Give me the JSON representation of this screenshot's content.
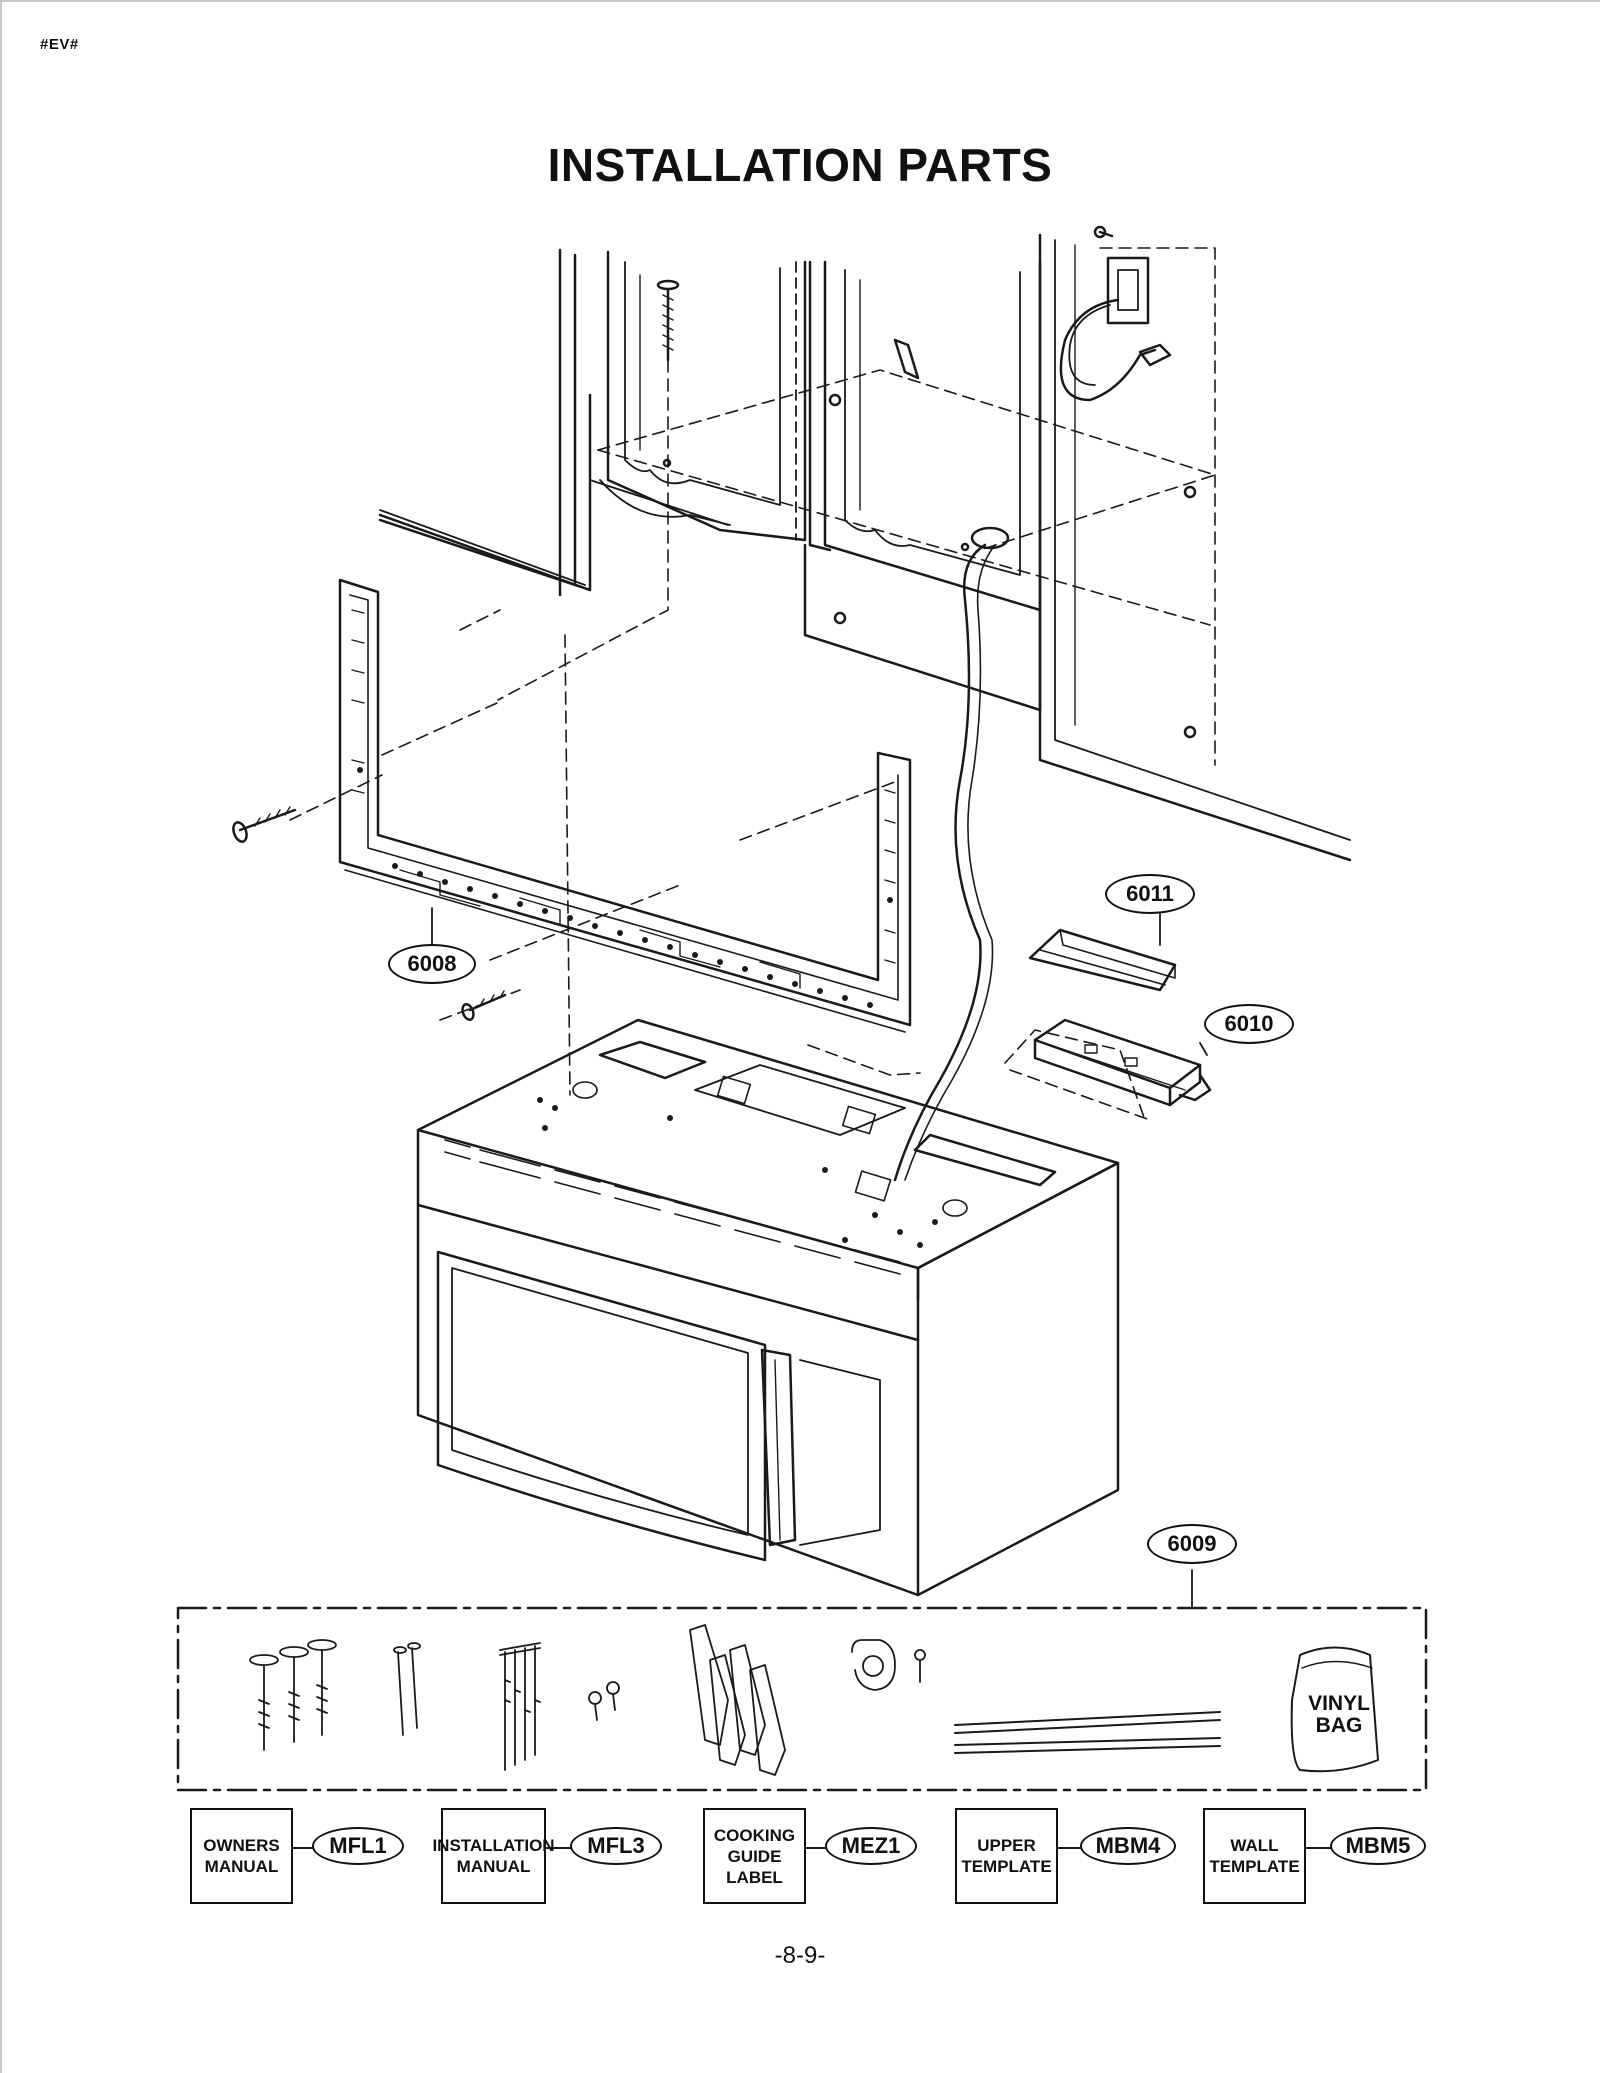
{
  "header": {
    "code": "#EV#",
    "title": "INSTALLATION PARTS"
  },
  "callouts": {
    "p6008": "6008",
    "p6009": "6009",
    "p6010": "6010",
    "p6011": "6011"
  },
  "vinyl_bag_label": "VINYL\nBAG",
  "documents": [
    {
      "label": "OWNERS\nMANUAL",
      "code": "MFL1"
    },
    {
      "label": "INSTALLATION\nMANUAL",
      "code": "MFL3"
    },
    {
      "label": "COOKING\nGUIDE\nLABEL",
      "code": "MEZ1"
    },
    {
      "label": "UPPER\nTEMPLATE",
      "code": "MBM4"
    },
    {
      "label": "WALL\nTEMPLATE",
      "code": "MBM5"
    }
  ],
  "footer": {
    "page_number": "-8-9-"
  }
}
